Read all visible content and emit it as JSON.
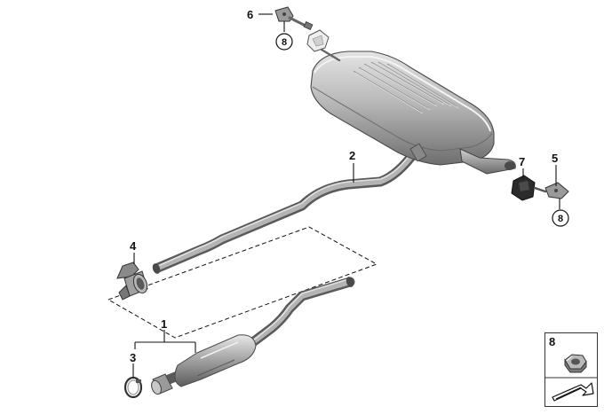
{
  "callouts": {
    "c1": "1",
    "c2": "2",
    "c3": "3",
    "c4": "4",
    "c5": "5",
    "c6": "6",
    "c7": "7",
    "c8a": "8",
    "c8b": "8"
  },
  "legend": {
    "number": "8",
    "nut_icon": "hex-nut-icon",
    "arrow_icon": "pointer-arrow-icon"
  },
  "colors": {
    "steel_dark": "#5a5a5a",
    "steel_mid": "#a8a8a8",
    "steel_light": "#d6d6d6",
    "rubber": "#2b2b2b"
  }
}
